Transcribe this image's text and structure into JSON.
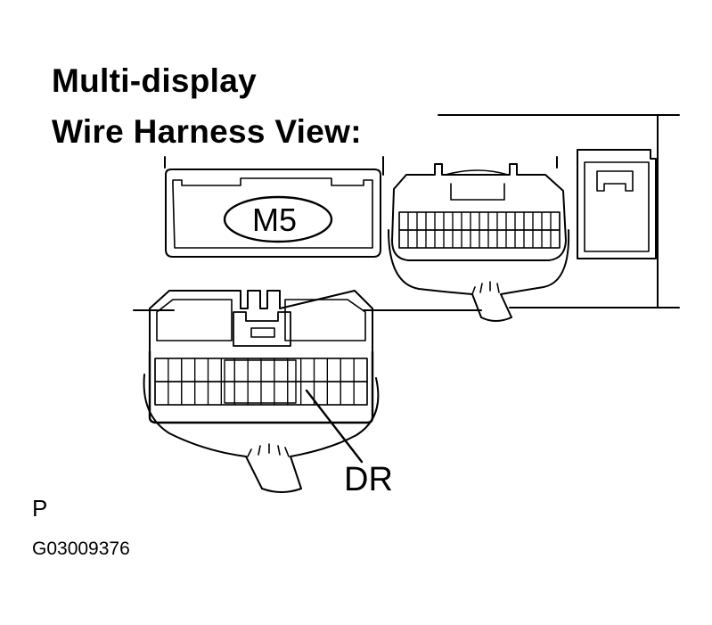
{
  "title": {
    "line1": "Multi-display",
    "line2": "Wire Harness View:"
  },
  "labels": {
    "connector_id": "M5",
    "pin_callout": "DR",
    "view_code": "P",
    "figure_id": "G03009376"
  }
}
